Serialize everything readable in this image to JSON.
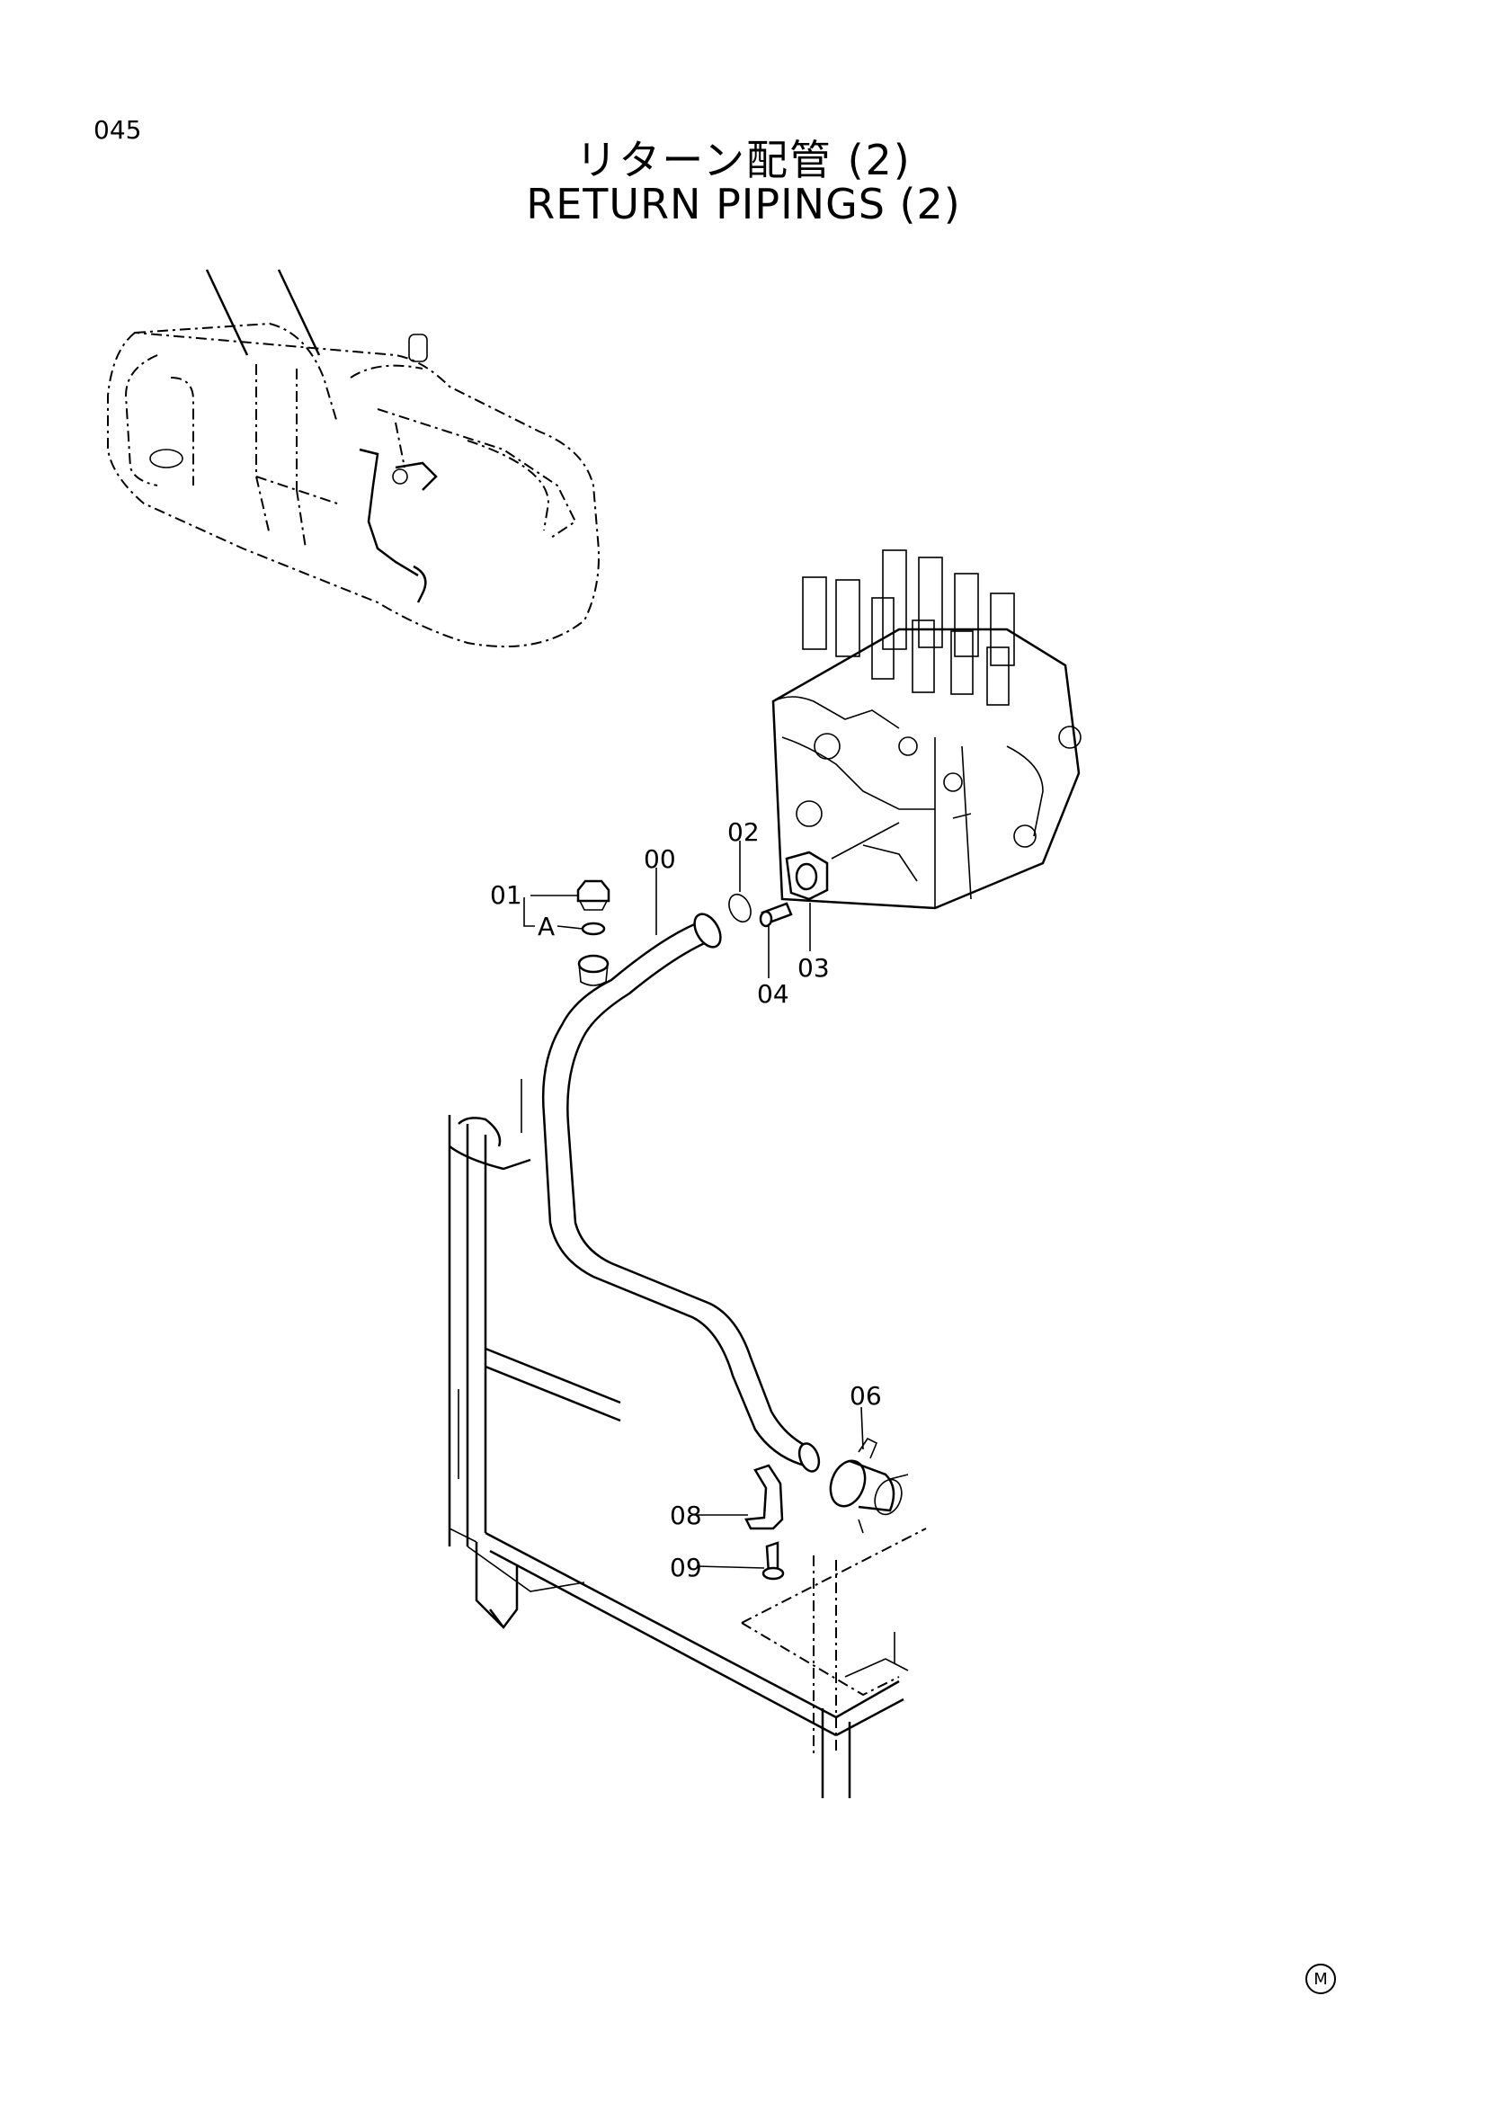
{
  "page_number": "045",
  "title_japanese": "リターン配管 (2)",
  "title_english": "RETURN  PIPINGS (2)",
  "labels": {
    "p00": "00",
    "p01": "01",
    "pA": "A",
    "p02": "02",
    "p03": "03",
    "p04": "04",
    "p06": "06",
    "p08": "08",
    "p09": "09"
  },
  "mark": "M"
}
